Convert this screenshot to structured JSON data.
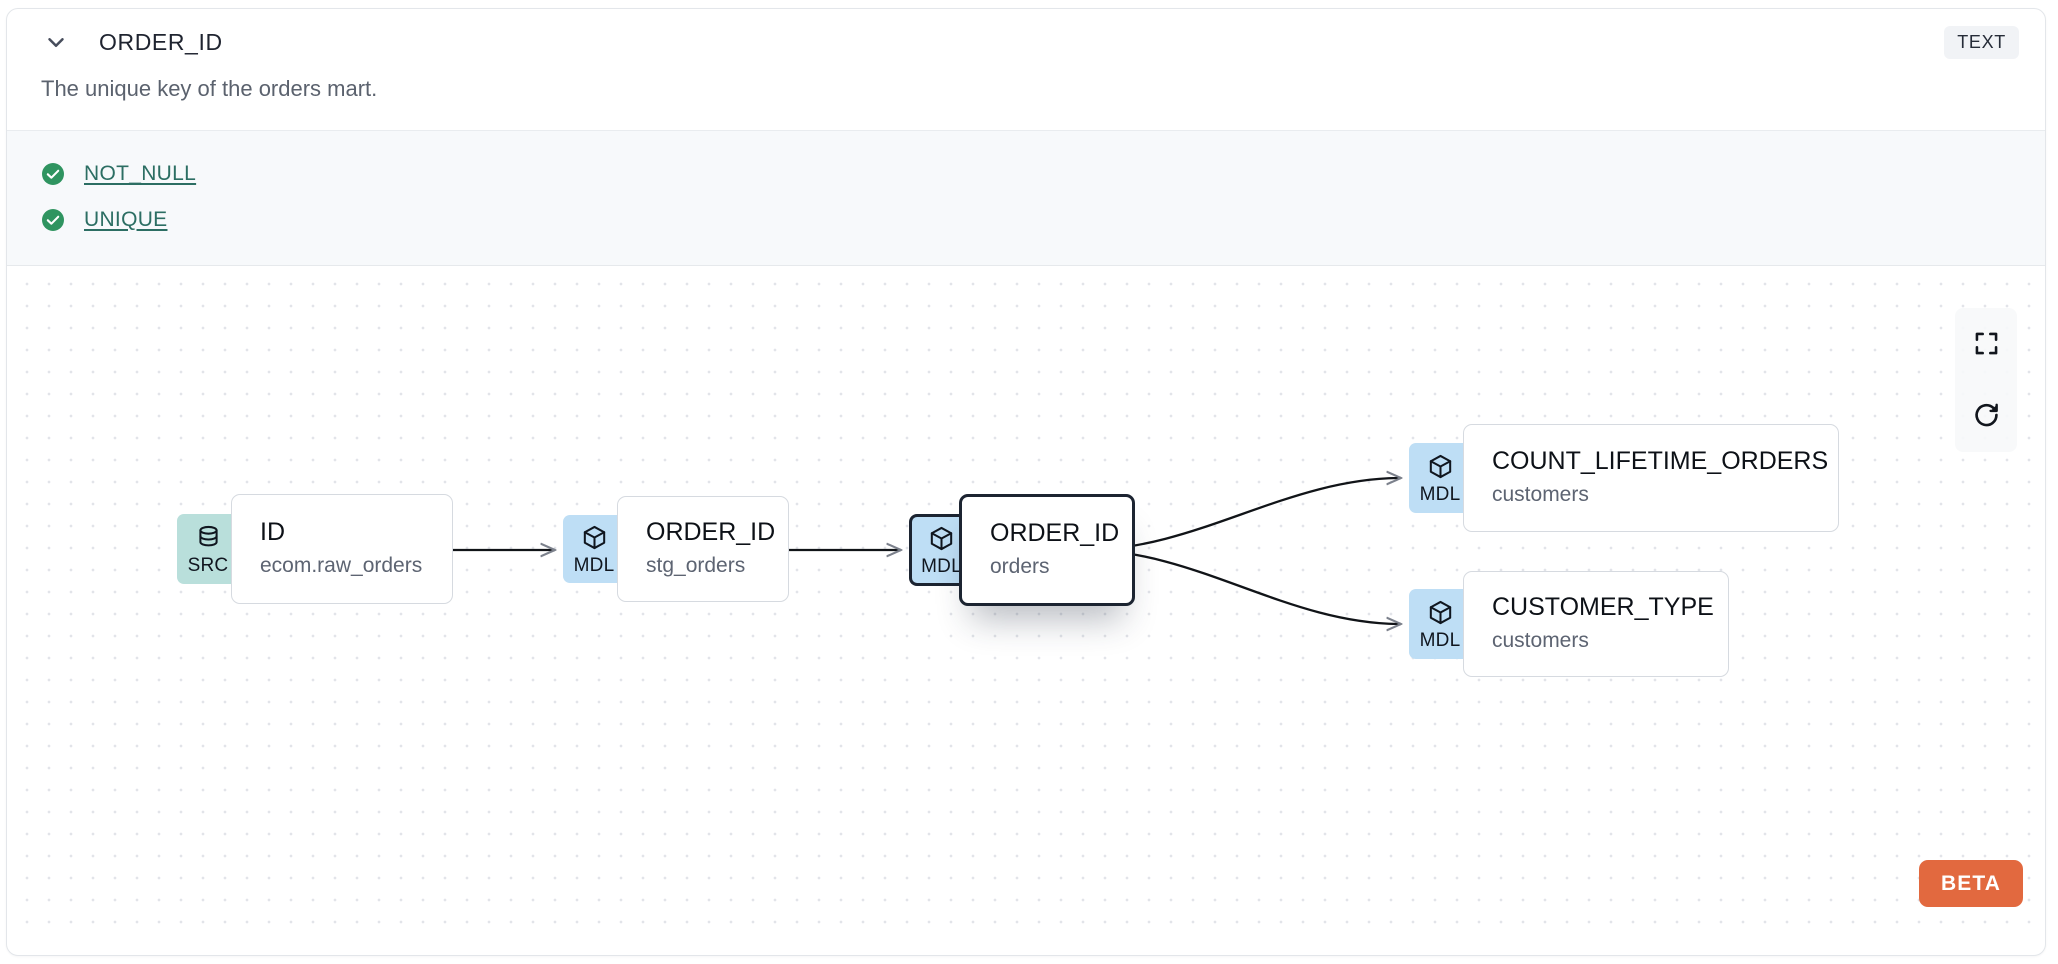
{
  "header": {
    "chevron_icon": "chevron-down-icon",
    "column_name": "ORDER_ID",
    "data_type_badge": "TEXT"
  },
  "description": "The unique key of the orders mart.",
  "tests": {
    "items": [
      {
        "status_icon": "check-circle-icon",
        "label": "NOT_NULL",
        "status": "passed"
      },
      {
        "status_icon": "check-circle-icon",
        "label": "UNIQUE",
        "status": "passed"
      }
    ]
  },
  "lineage_graph": {
    "nodes": [
      {
        "id": "src",
        "badge": "SRC",
        "badge_icon": "database-icon",
        "name": "ID",
        "subtitle": "ecom.raw_orders",
        "selected": false
      },
      {
        "id": "stg",
        "badge": "MDL",
        "badge_icon": "cube-icon",
        "name": "ORDER_ID",
        "subtitle": "stg_orders",
        "selected": false
      },
      {
        "id": "orders",
        "badge": "MDL",
        "badge_icon": "cube-icon",
        "name": "ORDER_ID",
        "subtitle": "orders",
        "selected": true
      },
      {
        "id": "count",
        "badge": "MDL",
        "badge_icon": "cube-icon",
        "name": "COUNT_LIFETIME_ORDERS",
        "subtitle": "customers",
        "selected": false
      },
      {
        "id": "ctype",
        "badge": "MDL",
        "badge_icon": "cube-icon",
        "name": "CUSTOMER_TYPE",
        "subtitle": "customers",
        "selected": false
      }
    ],
    "edges": [
      {
        "from": "src",
        "to": "stg"
      },
      {
        "from": "stg",
        "to": "orders"
      },
      {
        "from": "orders",
        "to": "count"
      },
      {
        "from": "orders",
        "to": "ctype"
      }
    ],
    "controls": [
      {
        "name": "fit-view-button",
        "icon": "fullscreen-icon"
      },
      {
        "name": "reset-button",
        "icon": "refresh-icon"
      }
    ],
    "beta_label": "BETA"
  },
  "colors": {
    "src_badge": "#b9dfdb",
    "mdl_badge": "#bedef5",
    "test_link": "#2c6e63",
    "test_check": "#2f9460",
    "beta": "#e2693f",
    "selected_border": "#1c2431"
  }
}
